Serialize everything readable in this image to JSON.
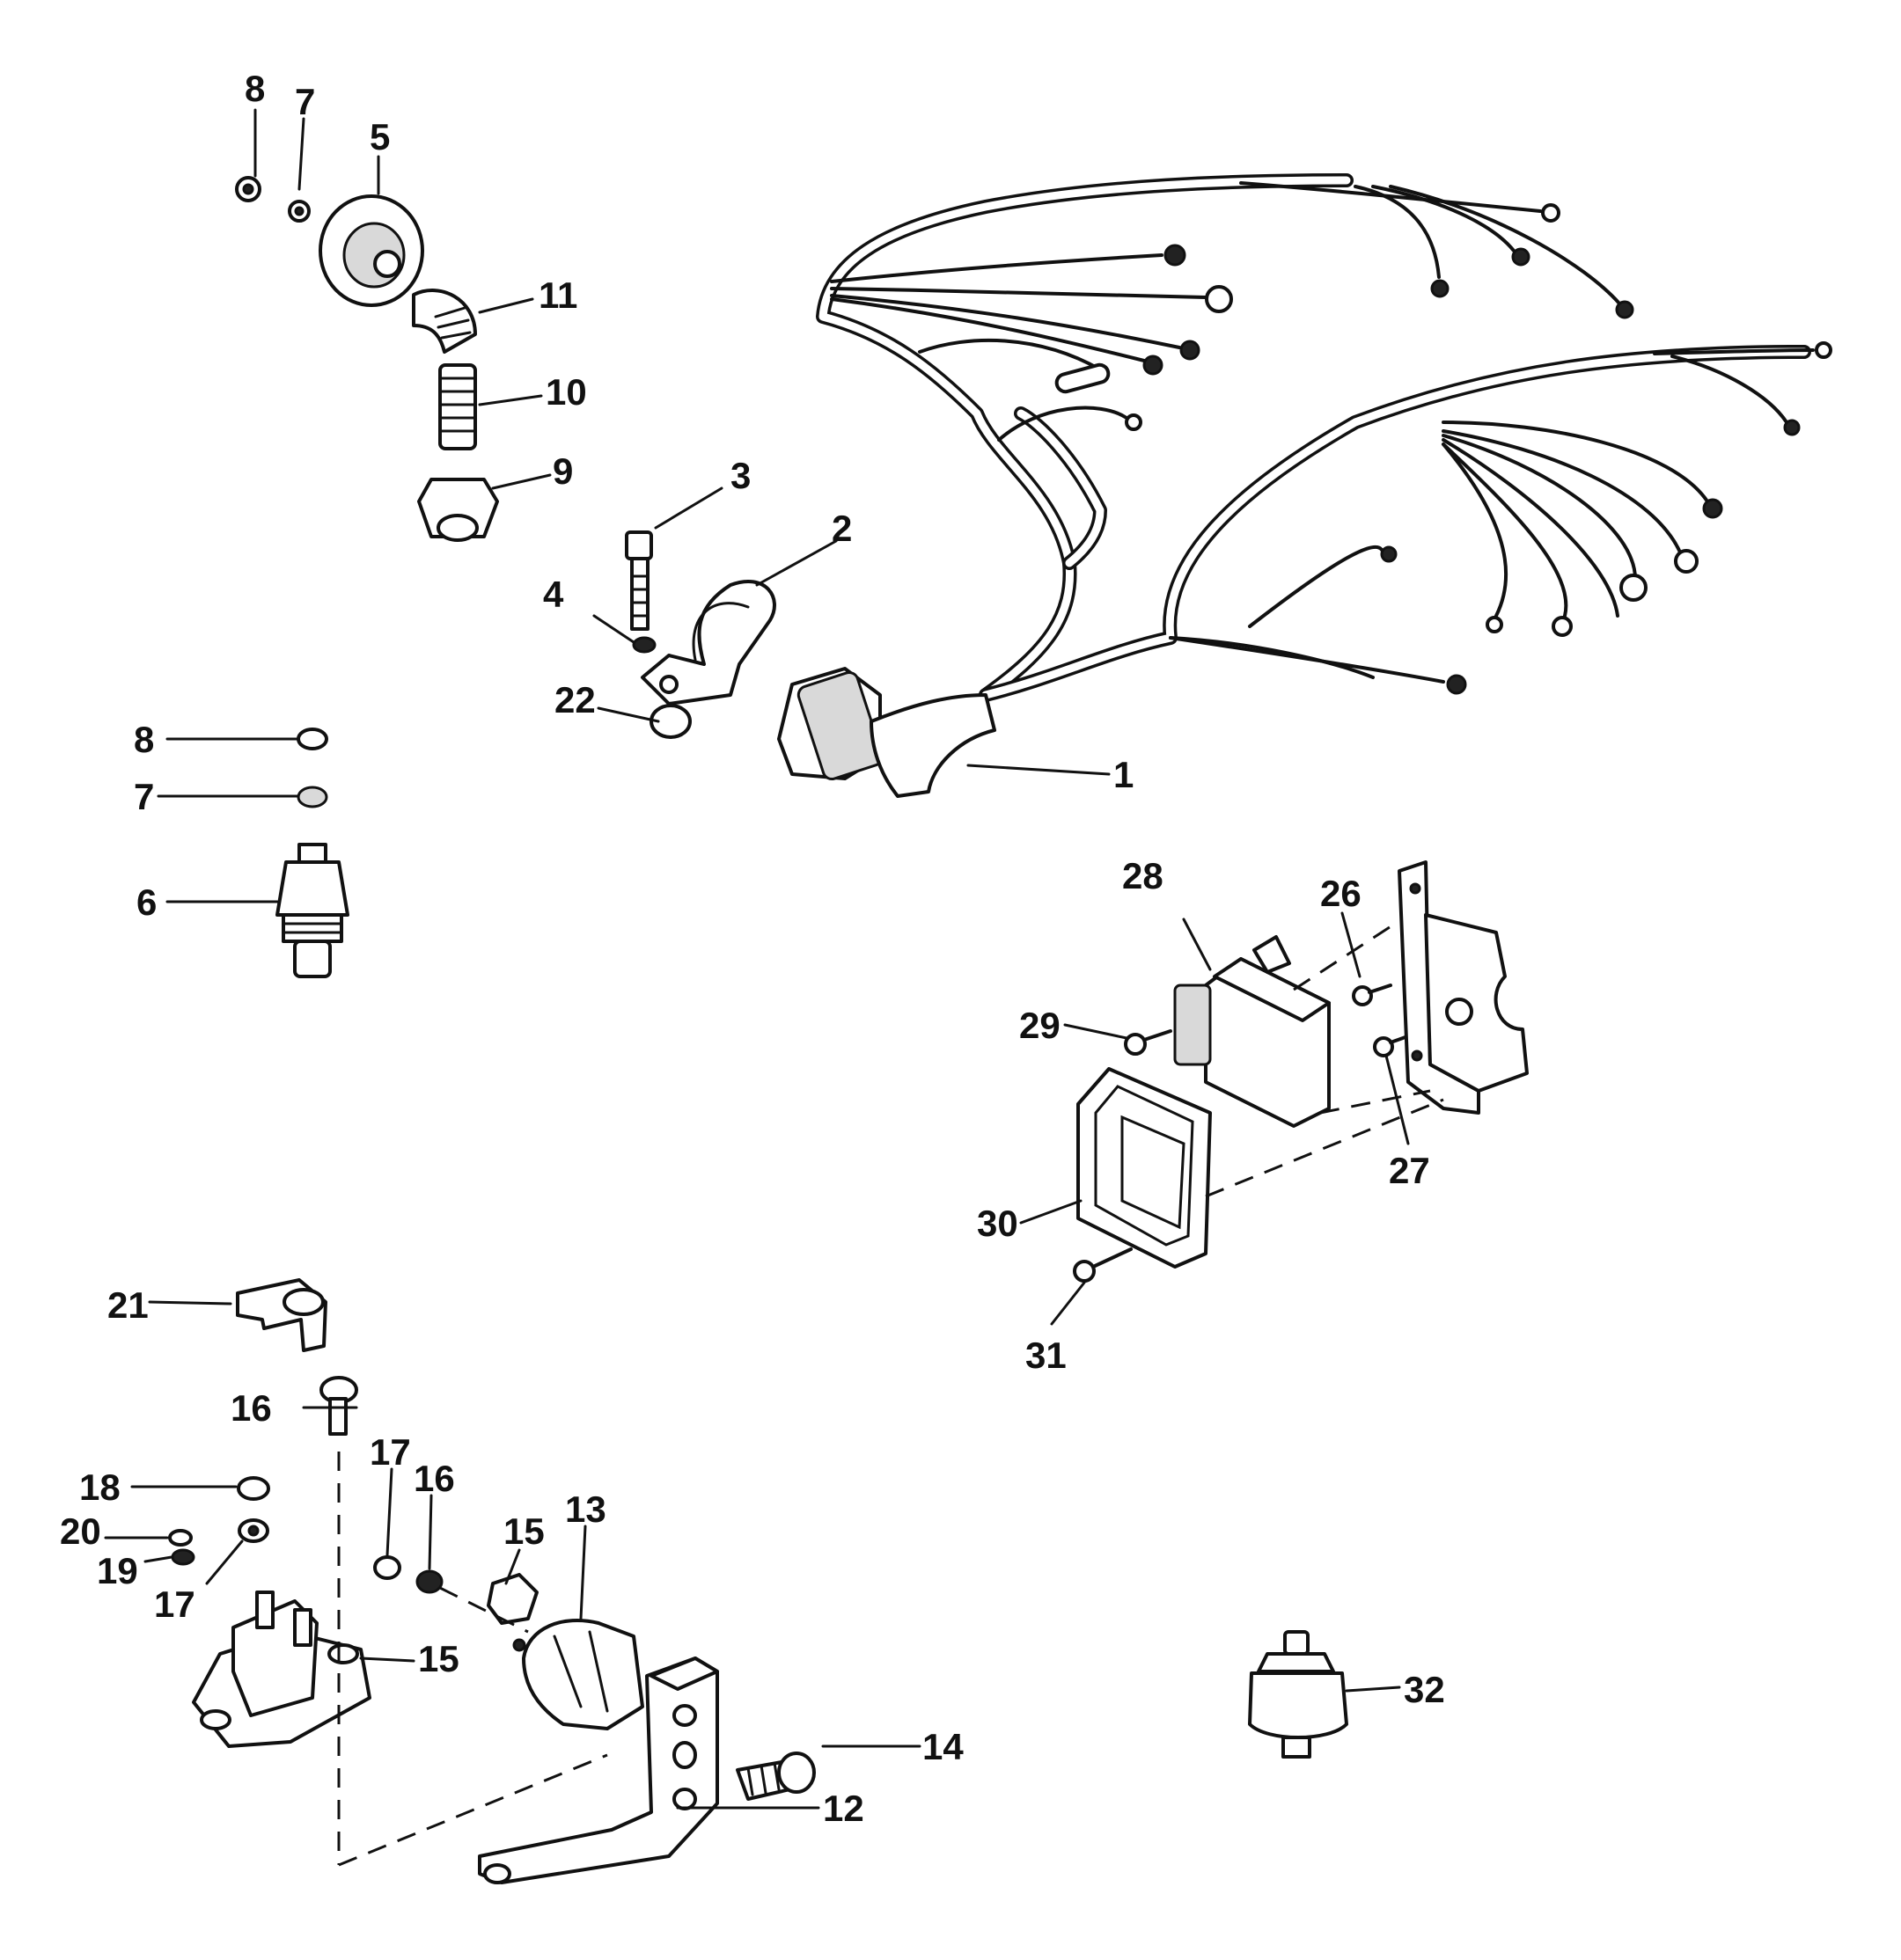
{
  "callouts": [
    {
      "id": "c1",
      "label": "1"
    },
    {
      "id": "c2",
      "label": "2"
    },
    {
      "id": "c3",
      "label": "3"
    },
    {
      "id": "c4",
      "label": "4"
    },
    {
      "id": "c5",
      "label": "5"
    },
    {
      "id": "c6",
      "label": "6"
    },
    {
      "id": "c7a",
      "label": "7"
    },
    {
      "id": "c7b",
      "label": "7"
    },
    {
      "id": "c8a",
      "label": "8"
    },
    {
      "id": "c8b",
      "label": "8"
    },
    {
      "id": "c9",
      "label": "9"
    },
    {
      "id": "c10",
      "label": "10"
    },
    {
      "id": "c11",
      "label": "11"
    },
    {
      "id": "c12",
      "label": "12"
    },
    {
      "id": "c13",
      "label": "13"
    },
    {
      "id": "c14",
      "label": "14"
    },
    {
      "id": "c15a",
      "label": "15"
    },
    {
      "id": "c15b",
      "label": "15"
    },
    {
      "id": "c16a",
      "label": "16"
    },
    {
      "id": "c16b",
      "label": "16"
    },
    {
      "id": "c17a",
      "label": "17"
    },
    {
      "id": "c17b",
      "label": "17"
    },
    {
      "id": "c18",
      "label": "18"
    },
    {
      "id": "c19",
      "label": "19"
    },
    {
      "id": "c20",
      "label": "20"
    },
    {
      "id": "c21",
      "label": "21"
    },
    {
      "id": "c22",
      "label": "22"
    },
    {
      "id": "c26",
      "label": "26"
    },
    {
      "id": "c27",
      "label": "27"
    },
    {
      "id": "c28",
      "label": "28"
    },
    {
      "id": "c29",
      "label": "29"
    },
    {
      "id": "c30",
      "label": "30"
    },
    {
      "id": "c31",
      "label": "31"
    },
    {
      "id": "c32",
      "label": "32"
    }
  ]
}
